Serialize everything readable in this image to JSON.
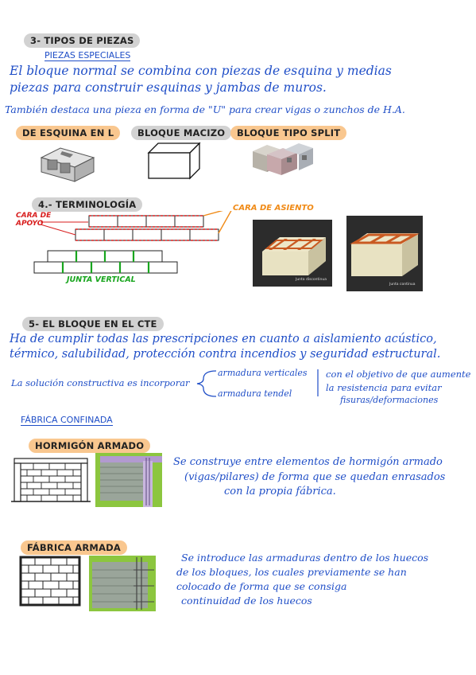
{
  "section3": {
    "title": "3- TIPOS DE PIEZAS",
    "subtitle": "PIEZAS ESPECIALES",
    "line1": "El bloque normal se combina con piezas de esquina y medias",
    "line2": "piezas para construir esquinas y jambas de muros.",
    "line3": "También destaca una pieza en forma de \"U\" para crear vigas o zunchos de H.A.",
    "labels": {
      "corner": "DE ESQUINA EN L",
      "solid": "BLOQUE MACIZO",
      "split": "BLOQUE TIPO SPLIT"
    }
  },
  "section4": {
    "title": "4.- TERMINOLOGÍA",
    "cara_apoyo_1": "CARA DE",
    "cara_apoyo_2": "APOYO",
    "cara_asiento": "CARA DE ASIENTO",
    "junta_vertical": "JUNTA VERTICAL",
    "photo1_caption": "Junta discontinua",
    "photo2_caption": "Junta continua"
  },
  "section5": {
    "title": "5- EL BLOQUE EN EL CTE",
    "line1": "Ha de cumplir todas las prescripciones en cuanto a aislamiento acústico,",
    "line2": "térmico, salubilidad, protección contra incendios y seguridad estructural.",
    "solution": "La solución constructiva es incorporar",
    "branch1": "armadura verticales",
    "branch2": "armadura tendel",
    "goal1": "con el objetivo de que aumente",
    "goal2": "la resistencia para evitar",
    "goal3": "fisuras/deformaciones",
    "subtitle": "FÁBRICA CONFINADA",
    "hormigon": {
      "title": "HORMIGÓN ARMADO",
      "text1": "Se construye entre elementos de hormigón armado",
      "text2": "(vigas/pilares) de forma que se quedan enrasados",
      "text3": "con la propia fábrica."
    },
    "fabrica": {
      "title": "FÁBRICA ARMADA",
      "text1": "Se introduce las armaduras dentro de los huecos",
      "text2": "de los bloques, los cuales previamente se han",
      "text3": "colocado de forma que se consiga",
      "text4": "continuidad de los huecos"
    }
  },
  "colors": {
    "ink": "#1f4ec7",
    "highlight_gray": "#d2d2d2",
    "highlight_orange": "#f9c78f",
    "annotation_red": "#d81e1e",
    "annotation_orange": "#f08a16",
    "joint_green": "#18a51e"
  }
}
